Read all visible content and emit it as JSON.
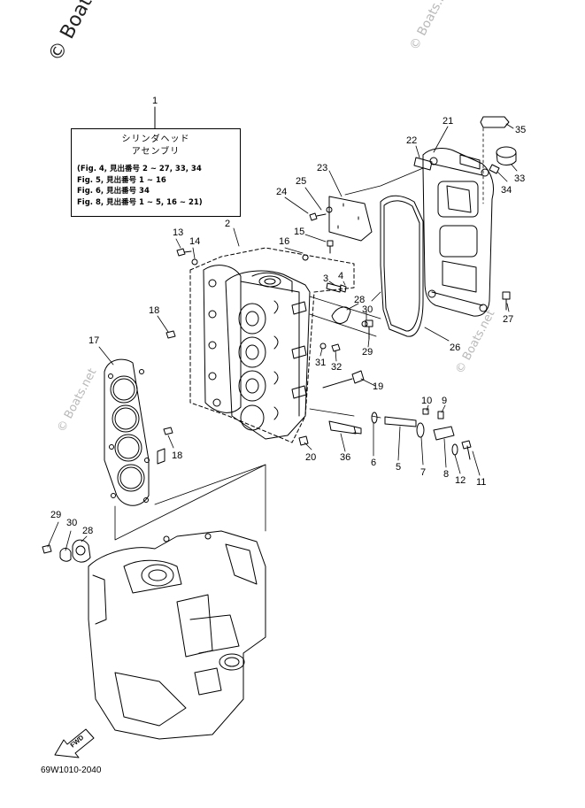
{
  "watermarks": [
    {
      "text": "© Boats.net",
      "size": 22
    },
    {
      "text": "© Boats.net",
      "size": 14
    },
    {
      "text": "© Boats.net",
      "size": 13
    },
    {
      "text": "© Boats.net",
      "size": 13
    }
  ],
  "callout": {
    "ref": "1",
    "title_jp_1": "シリンダヘッド",
    "title_jp_2": "アセンブリ",
    "lines": [
      "(Fig. 4, 見出番号 2 ~ 27, 33, 34",
      " Fig. 5, 見出番号 1 ~ 16",
      " Fig. 6, 見出番号 34",
      " Fig. 8, 見出番号 1 ~ 5, 16 ~ 21)"
    ]
  },
  "part_numbers": [
    "2",
    "3",
    "4",
    "5",
    "6",
    "7",
    "8",
    "9",
    "10",
    "11",
    "12",
    "13",
    "14",
    "15",
    "16",
    "17",
    "18",
    "18",
    "19",
    "20",
    "21",
    "22",
    "23",
    "24",
    "25",
    "26",
    "27",
    "28",
    "28",
    "29",
    "29",
    "30",
    "30",
    "31",
    "32",
    "33",
    "34",
    "35",
    "36"
  ],
  "fwd_label": "FWD",
  "diagram_code": "69W1010-2040"
}
